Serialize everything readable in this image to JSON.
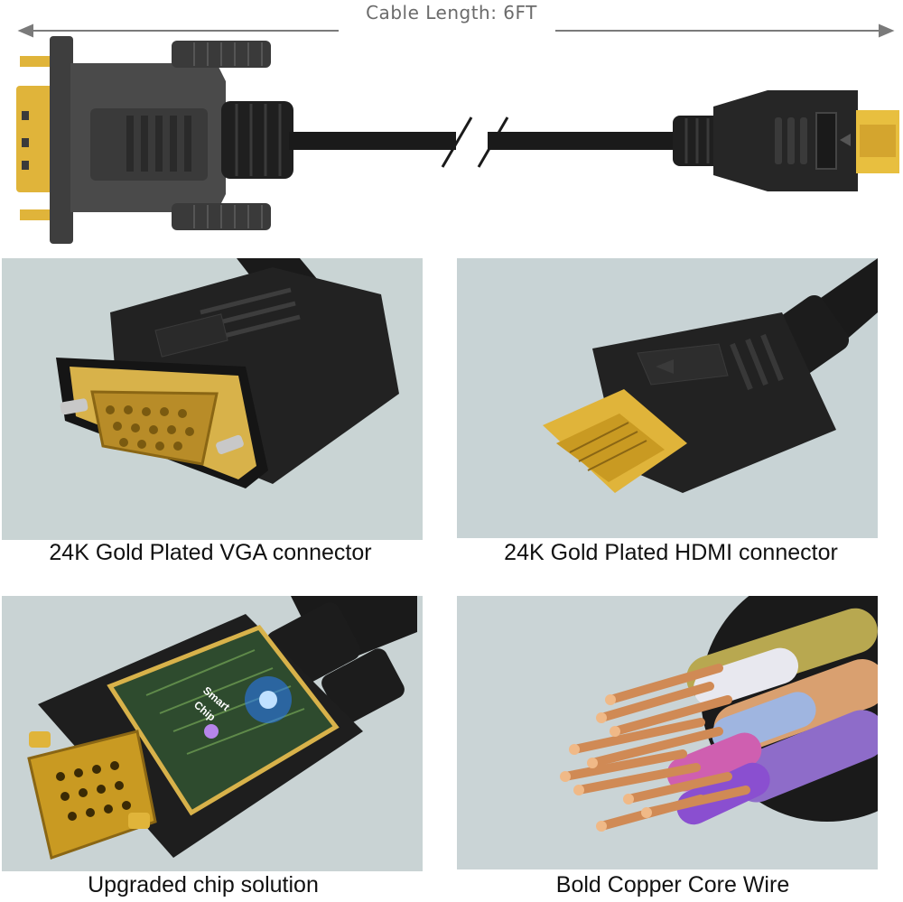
{
  "header": {
    "cable_length_label": "Cable Length: 6FT"
  },
  "panels": [
    {
      "caption": "24K Gold Plated VGA connector"
    },
    {
      "caption": "24K Gold Plated HDMI connector"
    },
    {
      "caption": "Upgraded chip solution"
    },
    {
      "caption": "Bold Copper Core Wire"
    }
  ],
  "chip_panel": {
    "chip_label_line1": "Smart",
    "chip_label_line2": "Chip"
  },
  "colors": {
    "gold": "#e0b43a",
    "connector_black": "#1f1f1f",
    "panel_bg": "#c8d3d4",
    "arrow_gray": "#7a7a7a"
  }
}
